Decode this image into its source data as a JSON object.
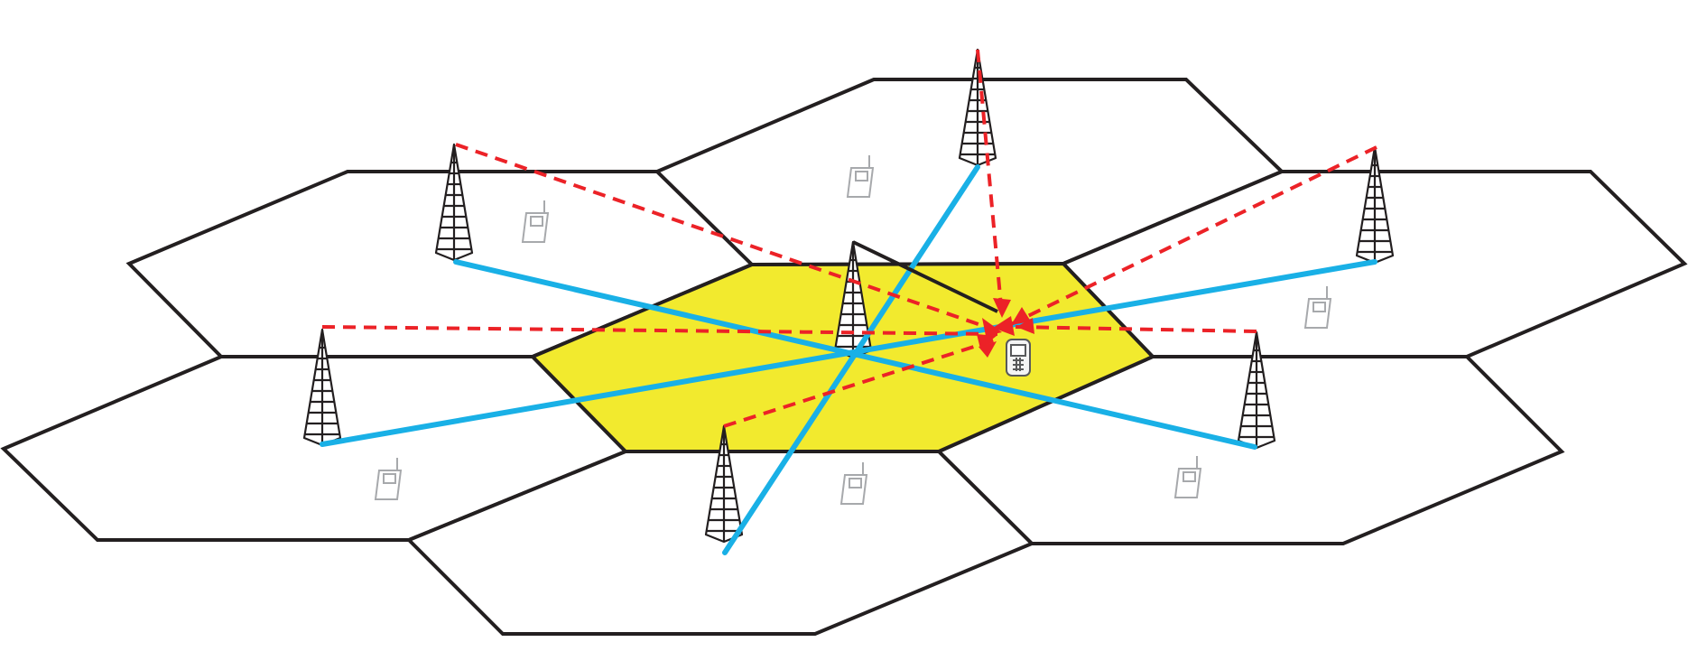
{
  "diagram": {
    "colors": {
      "serving_cell_fill": "#f2ea2e",
      "cell_fill": "#ffffff",
      "cell_stroke": "#231f20",
      "useful_link": "#19b0e6",
      "interference_link": "#ec2227",
      "idle_phone": "#a7a9ac"
    },
    "cells": [
      "serving-cell",
      "cell-upper-left",
      "cell-top",
      "cell-upper-right",
      "cell-left",
      "cell-right",
      "cell-bottom"
    ],
    "towers": [
      "tower-center",
      "tower-upper-left",
      "tower-top",
      "tower-upper-right",
      "tower-left",
      "tower-right",
      "tower-bottom"
    ],
    "icons": [
      "cell-tower-icon",
      "mobile-phone-icon",
      "idle-phone-icon",
      "interference-arrow-icon"
    ]
  }
}
